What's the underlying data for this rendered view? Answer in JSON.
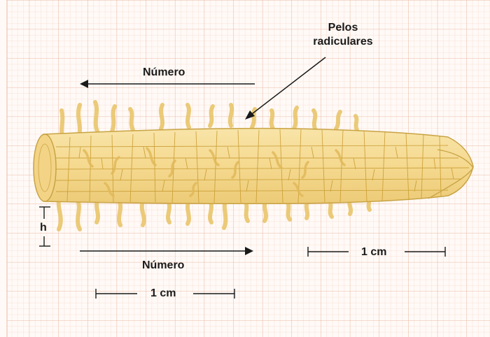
{
  "labels": {
    "pelos_line1": "Pelos",
    "pelos_line2": "radiculares",
    "numero_top": "Número",
    "numero_bottom": "Número",
    "h": "h",
    "scale_right": "1 cm",
    "scale_left": "1 cm"
  },
  "colors": {
    "grid_minor": "#f6d9cc",
    "grid_major": "#eab9a4",
    "root_fill": "#f6dc97",
    "root_stroke": "#c8a344",
    "root_cell": "#c79a2f",
    "hair_fill": "#f1cf7c",
    "ink": "#1a1a1a"
  },
  "icons": [
    "root-illustration",
    "left-arrow-icon",
    "right-arrow-icon",
    "pointer-arrow-icon"
  ]
}
